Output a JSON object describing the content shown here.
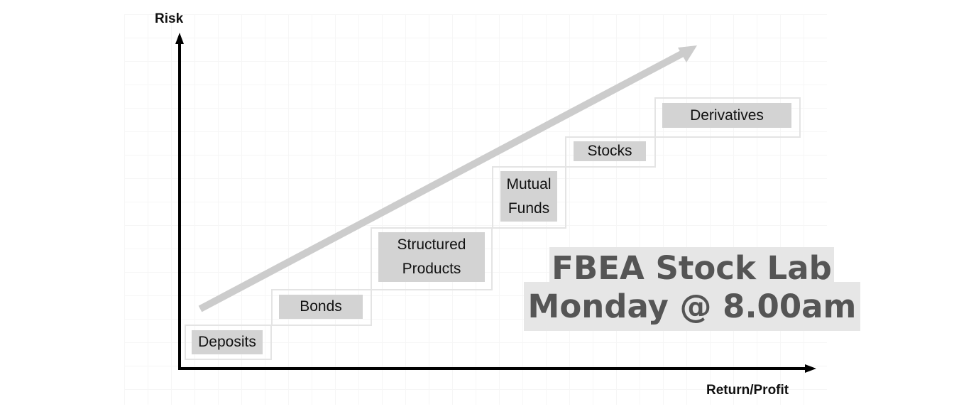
{
  "axes": {
    "y_label": "Risk",
    "x_label": "Return/Profit"
  },
  "steps": [
    {
      "label": "Deposits"
    },
    {
      "label": "Bonds"
    },
    {
      "label": "Structured Products"
    },
    {
      "label": "Mutual Funds"
    },
    {
      "label": "Stocks"
    },
    {
      "label": "Derivatives"
    }
  ],
  "banner": {
    "line1": "FBEA Stock Lab",
    "line2": "Monday @ 8.00am"
  },
  "colors": {
    "trend_arrow": "#cccccc",
    "tag_fill": "#d3d3d3",
    "banner_fill": "#e6e6e6",
    "banner_text": "#555555"
  }
}
